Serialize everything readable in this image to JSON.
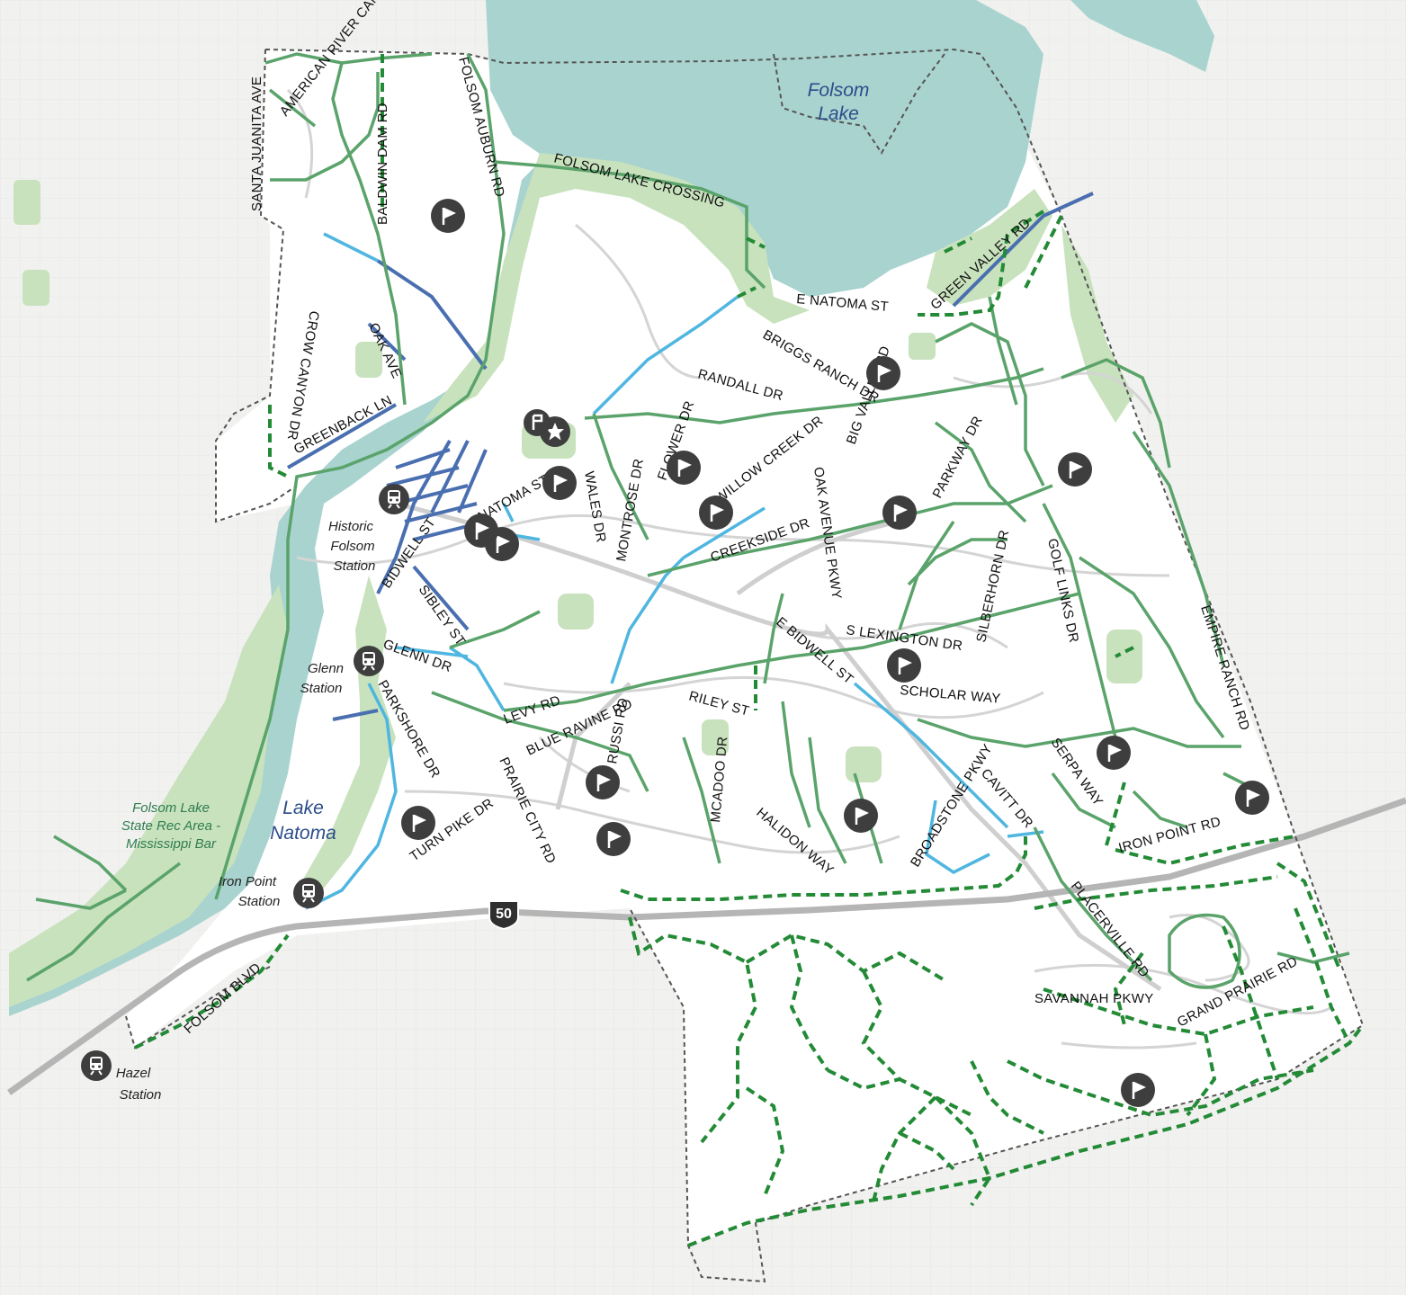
{
  "map": {
    "water_labels": {
      "folsom_lake_1": "Folsom",
      "folsom_lake_2": "Lake",
      "lake_natoma_1": "Lake",
      "lake_natoma_2": "Natoma"
    },
    "park_labels": {
      "line1": "Folsom Lake",
      "line2": "State Rec Area -",
      "line3": "Mississippi Bar"
    },
    "stations": {
      "historic_1": "Historic",
      "historic_2": "Folsom",
      "historic_3": "Station",
      "glenn_1": "Glenn",
      "glenn_2": "Station",
      "iron_1": "Iron Point",
      "iron_2": "Station",
      "hazel_1": "Hazel",
      "hazel_2": "Station"
    },
    "highway_shield": "50",
    "roads": {
      "santa_juanita": "SANTA JUANITA AVE",
      "american_river": "AMERICAN RIVER CANYON DR",
      "baldwin_dam": "BALDWIN DAM RD",
      "folsom_auburn": "FOLSOM AUBURN RD",
      "folsom_lake_crossing": "FOLSOM LAKE CROSSING",
      "green_valley": "GREEN VALLEY RD",
      "e_natoma": "E NATOMA ST",
      "briggs_ranch": "BRIGGS RANCH DR",
      "randall": "RANDALL DR",
      "crow_canyon": "CROW CANYON DR",
      "oak_ave": "OAK AVE",
      "greenback": "GREENBACK LN",
      "big_valley": "BIG VALLEY RD",
      "flower": "FLOWER DR",
      "willow_creek": "WILLOW CREEK DR",
      "oak_avenue_pkwy": "OAK AVENUE PKWY",
      "parkway": "PARKWAY DR",
      "natoma_st": "NATOMA ST",
      "wales": "WALES DR",
      "montrose": "MONTROSE DR",
      "creekside": "CREEKSIDE DR",
      "silberhorn": "SILBERHORN DR",
      "golf_links": "GOLF LINKS DR",
      "empire_ranch": "EMPIRE RANCH RD",
      "bidwell": "BIDWELL ST",
      "sibley": "SIBLEY ST",
      "glenn": "GLENN DR",
      "s_lexington": "S LEXINGTON DR",
      "e_bidwell": "E BIDWELL ST",
      "scholar": "SCHOLAR WAY",
      "parkshore": "PARKSHORE DR",
      "levy": "LEVY RD",
      "riley": "RILEY ST",
      "blue_ravine": "BLUE RAVINE RD",
      "russi": "RUSSI RD",
      "mcadoo": "MCADOO DR",
      "broadstone": "BROADSTONE PKWY",
      "cavitt": "CAVITT DR",
      "serpa": "SERPA WAY",
      "prairie_city": "PRAIRIE CITY RD",
      "turn_pike": "TURN PIKE DR",
      "halidon": "HALIDON WAY",
      "iron_point": "IRON POINT RD",
      "placerville": "PLACERVILLE RD",
      "savannah": "SAVANNAH PKWY",
      "grand_prairie": "GRAND PRAIRIE RD",
      "folsom_blvd": "FOLSOM BLVD"
    },
    "colors": {
      "water": "#a9d3cf",
      "park": "#c8e2bd",
      "trail": "#5aa36a",
      "planned_trail": "#238a36",
      "bike_lane": "#4fb6e0",
      "bike_route": "#4a6fb0",
      "boundary": "#555555",
      "marker": "#3e3e3e"
    }
  }
}
